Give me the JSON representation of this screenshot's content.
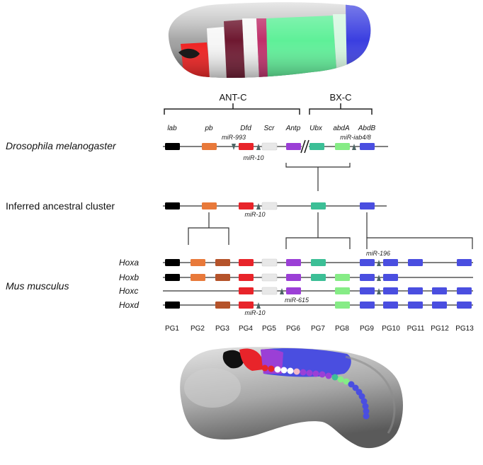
{
  "complexes": {
    "antc": "ANT-C",
    "bxc": "BX-C"
  },
  "species": {
    "drosophila": "Drosophila melanogaster",
    "ancestral": "Inferred ancestral cluster",
    "mus": "Mus musculus"
  },
  "fly_genes": [
    "lab",
    "pb",
    "Dfd",
    "Scr",
    "Antp",
    "Ubx",
    "abdA",
    "AbdB"
  ],
  "mirnas": {
    "mir993": "miR-993",
    "mir10_fly": "miR-10",
    "miriab": "miR-iab4/8",
    "mir10_anc": "miR-10",
    "mir196": "miR-196",
    "mir615": "miR-615",
    "mir10_mouse": "miR-10"
  },
  "mouse_clusters": [
    "Hoxa",
    "Hoxb",
    "Hoxc",
    "Hoxd"
  ],
  "paralog_groups": [
    "PG1",
    "PG2",
    "PG3",
    "PG4",
    "PG5",
    "PG6",
    "PG7",
    "PG8",
    "PG9",
    "PG10",
    "PG11",
    "PG12",
    "PG13"
  ],
  "colors": {
    "pg1": "#000000",
    "pg2": "#e8793a",
    "pg3": "#b5532a",
    "pg4": "#e8242a",
    "pg5": "#e8e8e8",
    "pg6": "#9b3fd6",
    "pg7": "#3cbf96",
    "pg8": "#86ec86",
    "pg9_13": "#4a4ee0",
    "mirna": "#4d6666"
  },
  "icons": {
    "fly_embryo": "drosophila-embryo-illustration",
    "mouse_embryo": "mouse-embryo-illustration"
  }
}
